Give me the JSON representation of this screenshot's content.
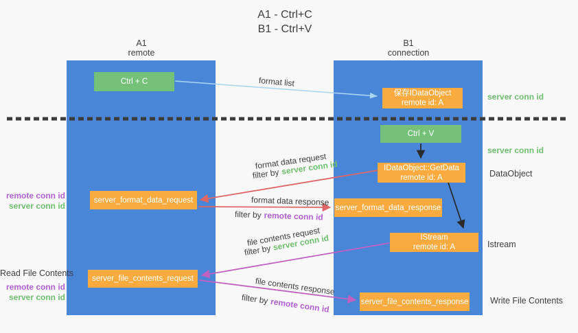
{
  "title": {
    "line1": "A1 - Ctrl+C",
    "line2": "B1 - Ctrl+V"
  },
  "lifelines": {
    "left": {
      "name": "A1",
      "role": "remote"
    },
    "right": {
      "name": "B1",
      "role": "connection"
    }
  },
  "nodes": {
    "ctrl_c": {
      "label": "Ctrl + C"
    },
    "ctrl_v": {
      "label": "Ctrl + V"
    },
    "save_idataobject": {
      "line1": "保存IDataObject",
      "line2": "remote id: A"
    },
    "getdata": {
      "line1": "IDataObject::GetData",
      "line2": "remote id: A"
    },
    "istream": {
      "line1": "IStream",
      "line2": "remote id: A"
    },
    "format_request": {
      "label": "server_format_data_request"
    },
    "format_response": {
      "label": "server_format_data_response"
    },
    "file_request": {
      "label": "server_file_contents_request"
    },
    "file_response": {
      "label": "server_file_contents_response"
    }
  },
  "flow_labels": {
    "format_list": "format list",
    "format_data_request": "format data request",
    "format_data_response": "format data response",
    "file_contents_request": "file contents request",
    "file_contents_response": "file contents response",
    "filter_by": "filter by",
    "server_conn_id": "server conn id",
    "remote_conn_id": "remote conn id"
  },
  "side_labels": {
    "server_conn_id_top": "server conn id",
    "server_conn_id_mid": "server conn id",
    "dataobject": "DataObject",
    "istream": "Istream",
    "write_file_contents": "Write File Contents",
    "read_file_contents": "Read File Contents",
    "remote_conn_id_1": "remote conn id",
    "server_conn_id_1": "server conn id",
    "remote_conn_id_2": "remote conn id",
    "server_conn_id_2": "server conn id"
  },
  "colors": {
    "lifeline_blue": "#4a86d8",
    "box_green": "#76c17a",
    "box_orange": "#f9ab40",
    "text_dark": "#3d3d3d",
    "text_green": "#6ebe6e",
    "text_purple": "#b05fcf",
    "arrow_red": "#e06666",
    "arrow_magenta": "#c060c0",
    "arrow_light_blue": "#a9d7f2",
    "arrow_black": "#2b2b2b",
    "dashed_line": "#3c3c3c"
  }
}
